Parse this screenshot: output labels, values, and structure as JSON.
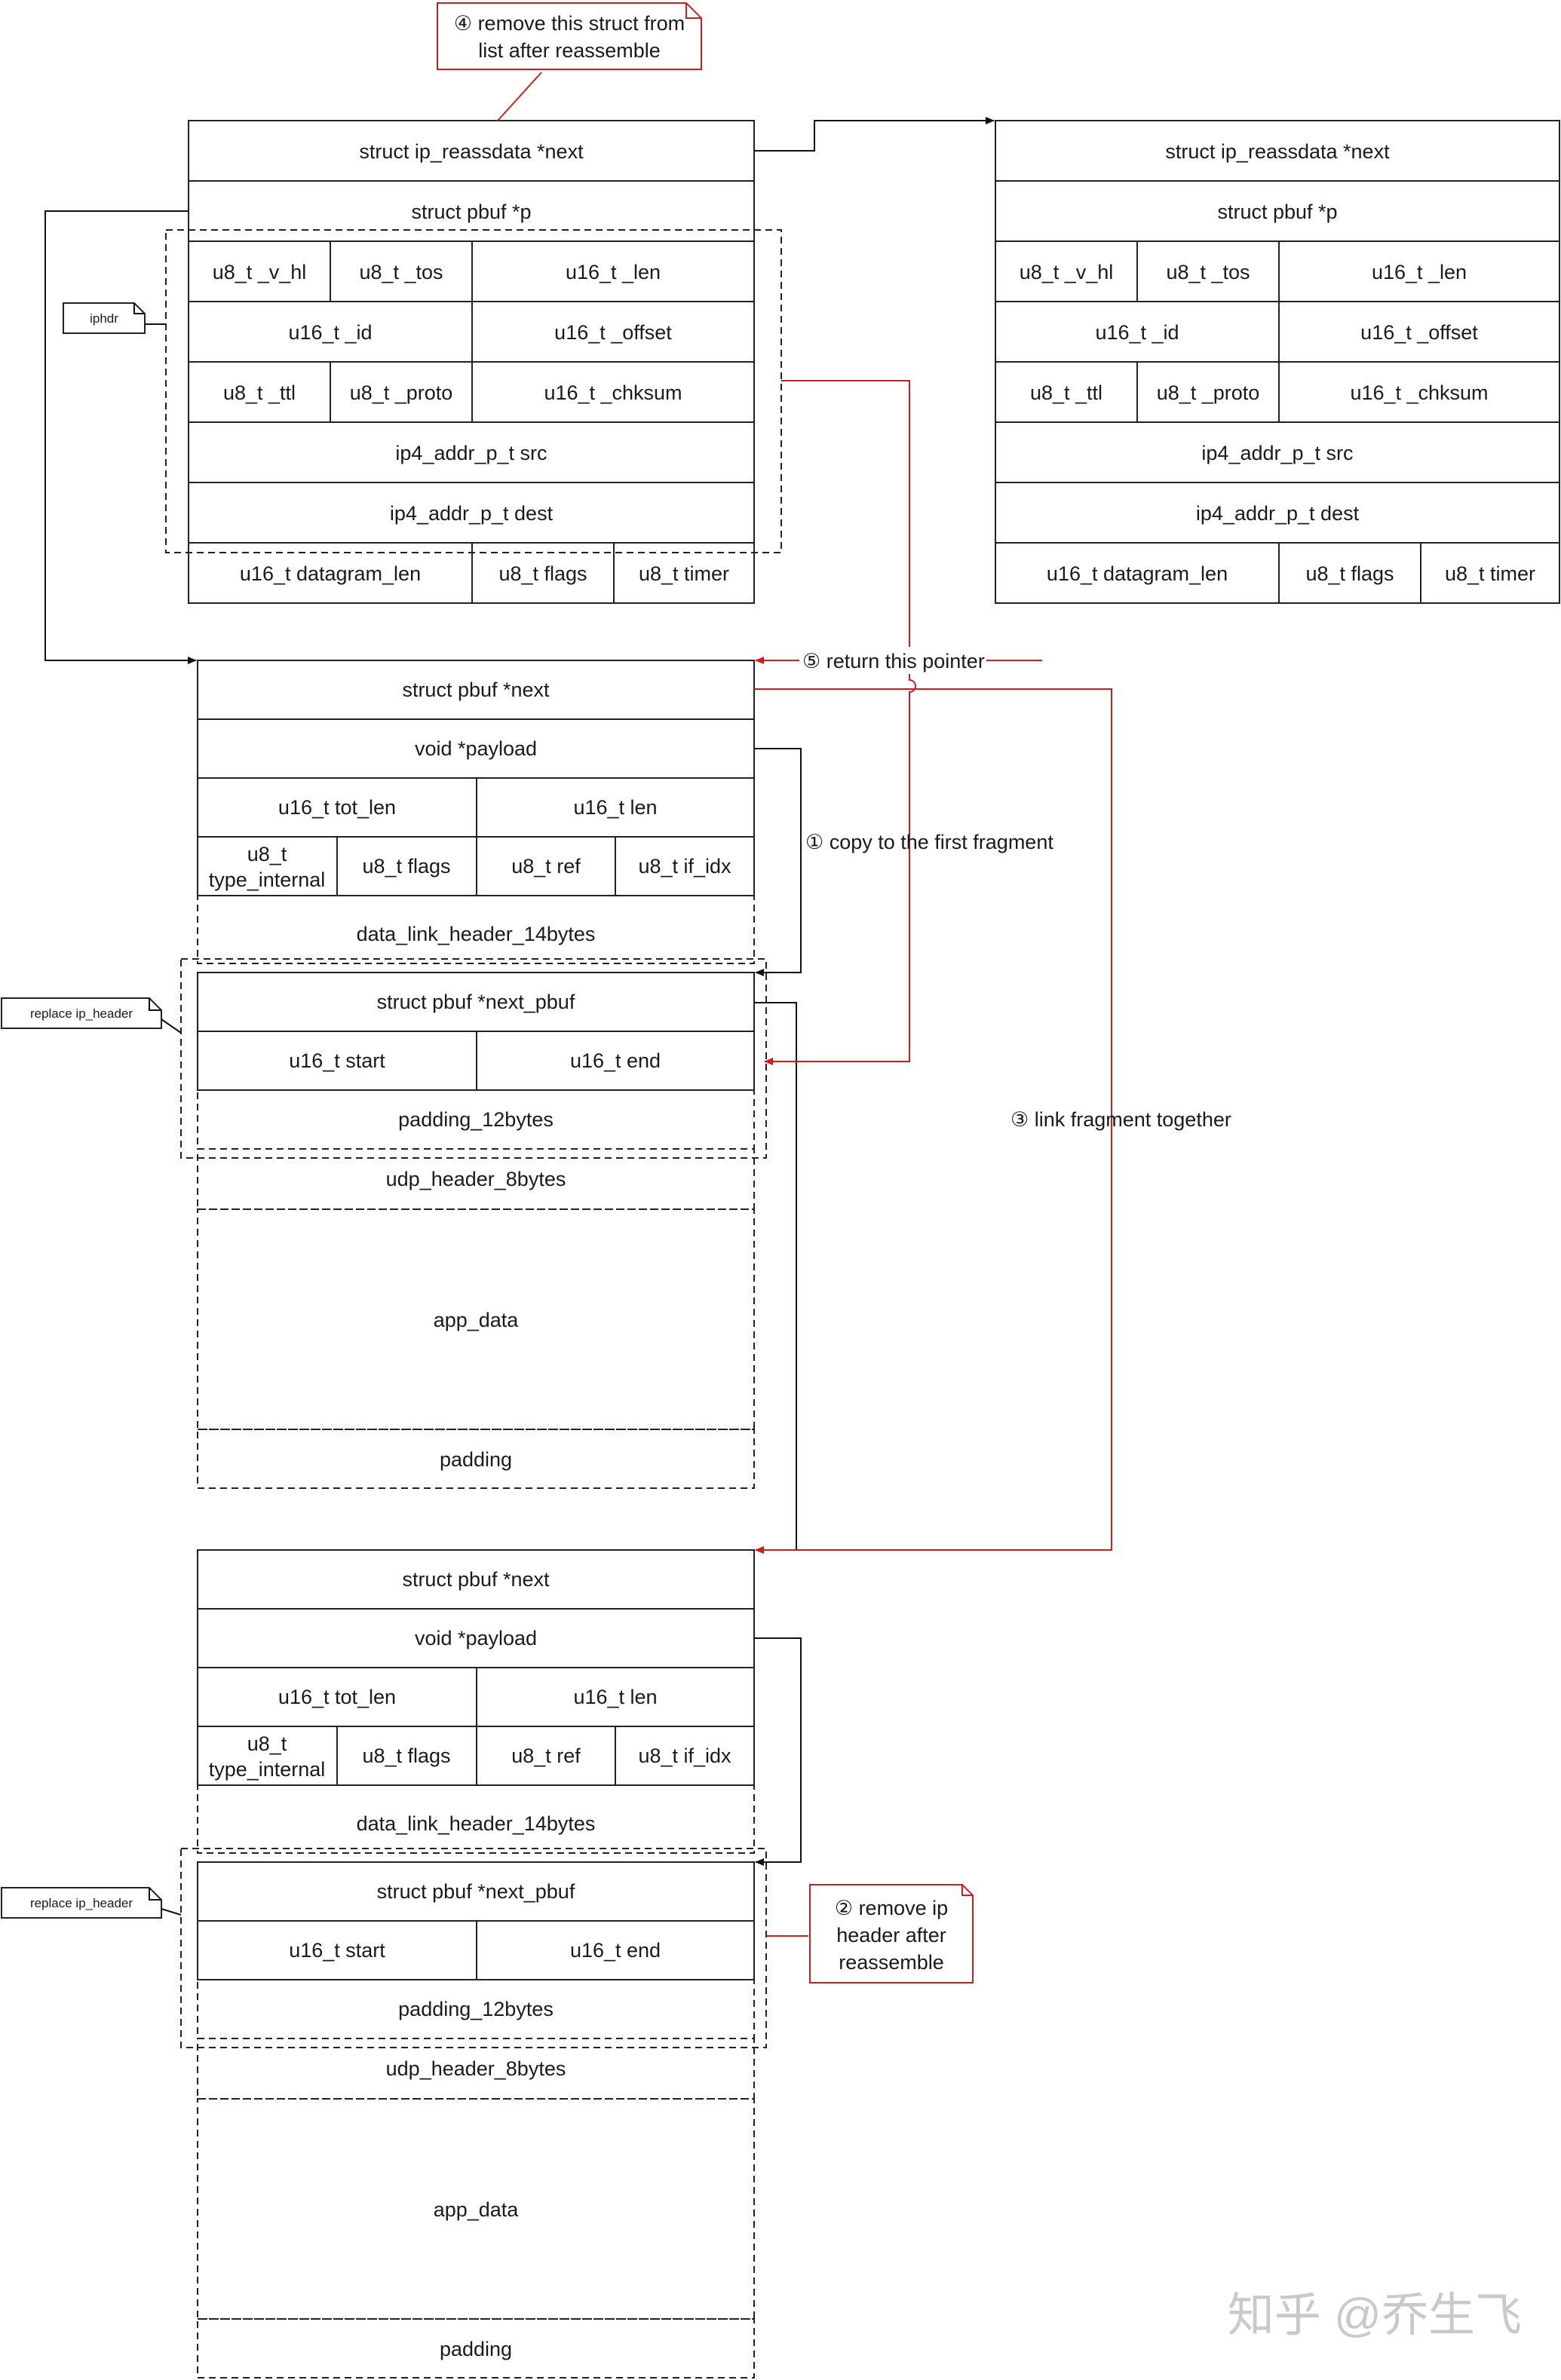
{
  "watermark": "知乎 @乔生飞",
  "reass1": {
    "next": "struct ip_reassdata *next",
    "p": "struct pbuf *p",
    "v_hl": "u8_t _v_hl",
    "tos": "u8_t _tos",
    "len": "u16_t _len",
    "id": "u16_t _id",
    "offset": "u16_t _offset",
    "ttl": "u8_t _ttl",
    "proto": "u8_t _proto",
    "chksum": "u16_t _chksum",
    "src": "ip4_addr_p_t src",
    "dest": "ip4_addr_p_t dest",
    "datagram_len": "u16_t datagram_len",
    "flags": "u8_t flags",
    "timer": "u8_t timer"
  },
  "reass2": {
    "next": "struct ip_reassdata *next",
    "p": "struct pbuf *p",
    "v_hl": "u8_t _v_hl",
    "tos": "u8_t _tos",
    "len": "u16_t _len",
    "id": "u16_t _id",
    "offset": "u16_t _offset",
    "ttl": "u8_t _ttl",
    "proto": "u8_t _proto",
    "chksum": "u16_t _chksum",
    "src": "ip4_addr_p_t src",
    "dest": "ip4_addr_p_t dest",
    "datagram_len": "u16_t datagram_len",
    "flags": "u8_t flags",
    "timer": "u8_t timer"
  },
  "pbuf1": {
    "next": "struct pbuf *next",
    "payload": "void *payload",
    "tot_len": "u16_t tot_len",
    "len": "u16_t len",
    "type_internal_1": "u8_t",
    "type_internal_2": "type_internal",
    "flags": "u8_t flags",
    "ref": "u8_t ref",
    "if_idx": "u8_t if_idx",
    "data_link_header": "data_link_header_14bytes",
    "next_pbuf": "struct pbuf *next_pbuf",
    "start": "u16_t start",
    "end": "u16_t end",
    "padding_12": "padding_12bytes",
    "udp_header": "udp_header_8bytes",
    "app_data": "app_data",
    "padding": "padding"
  },
  "pbuf2": {
    "next": "struct pbuf *next",
    "payload": "void *payload",
    "tot_len": "u16_t tot_len",
    "len": "u16_t len",
    "type_internal_1": "u8_t",
    "type_internal_2": "type_internal",
    "flags": "u8_t flags",
    "ref": "u8_t ref",
    "if_idx": "u8_t if_idx",
    "data_link_header": "data_link_header_14bytes",
    "next_pbuf": "struct pbuf *next_pbuf",
    "start": "u16_t start",
    "end": "u16_t end",
    "padding_12": "padding_12bytes",
    "udp_header": "udp_header_8bytes",
    "app_data": "app_data",
    "padding": "padding"
  },
  "notes": {
    "iphdr": "iphdr",
    "replace_1": "replace ip_header",
    "replace_2": "replace ip_header",
    "step4_line1": "④ remove this struct from",
    "step4_line2": "list after reassemble",
    "step2_line1": "② remove ip",
    "step2_line2": "header after",
    "step2_line3": "reassemble",
    "step5": "⑤ return this pointer",
    "step1": "① copy to the first fragment",
    "step3": "③ link fragment together"
  }
}
